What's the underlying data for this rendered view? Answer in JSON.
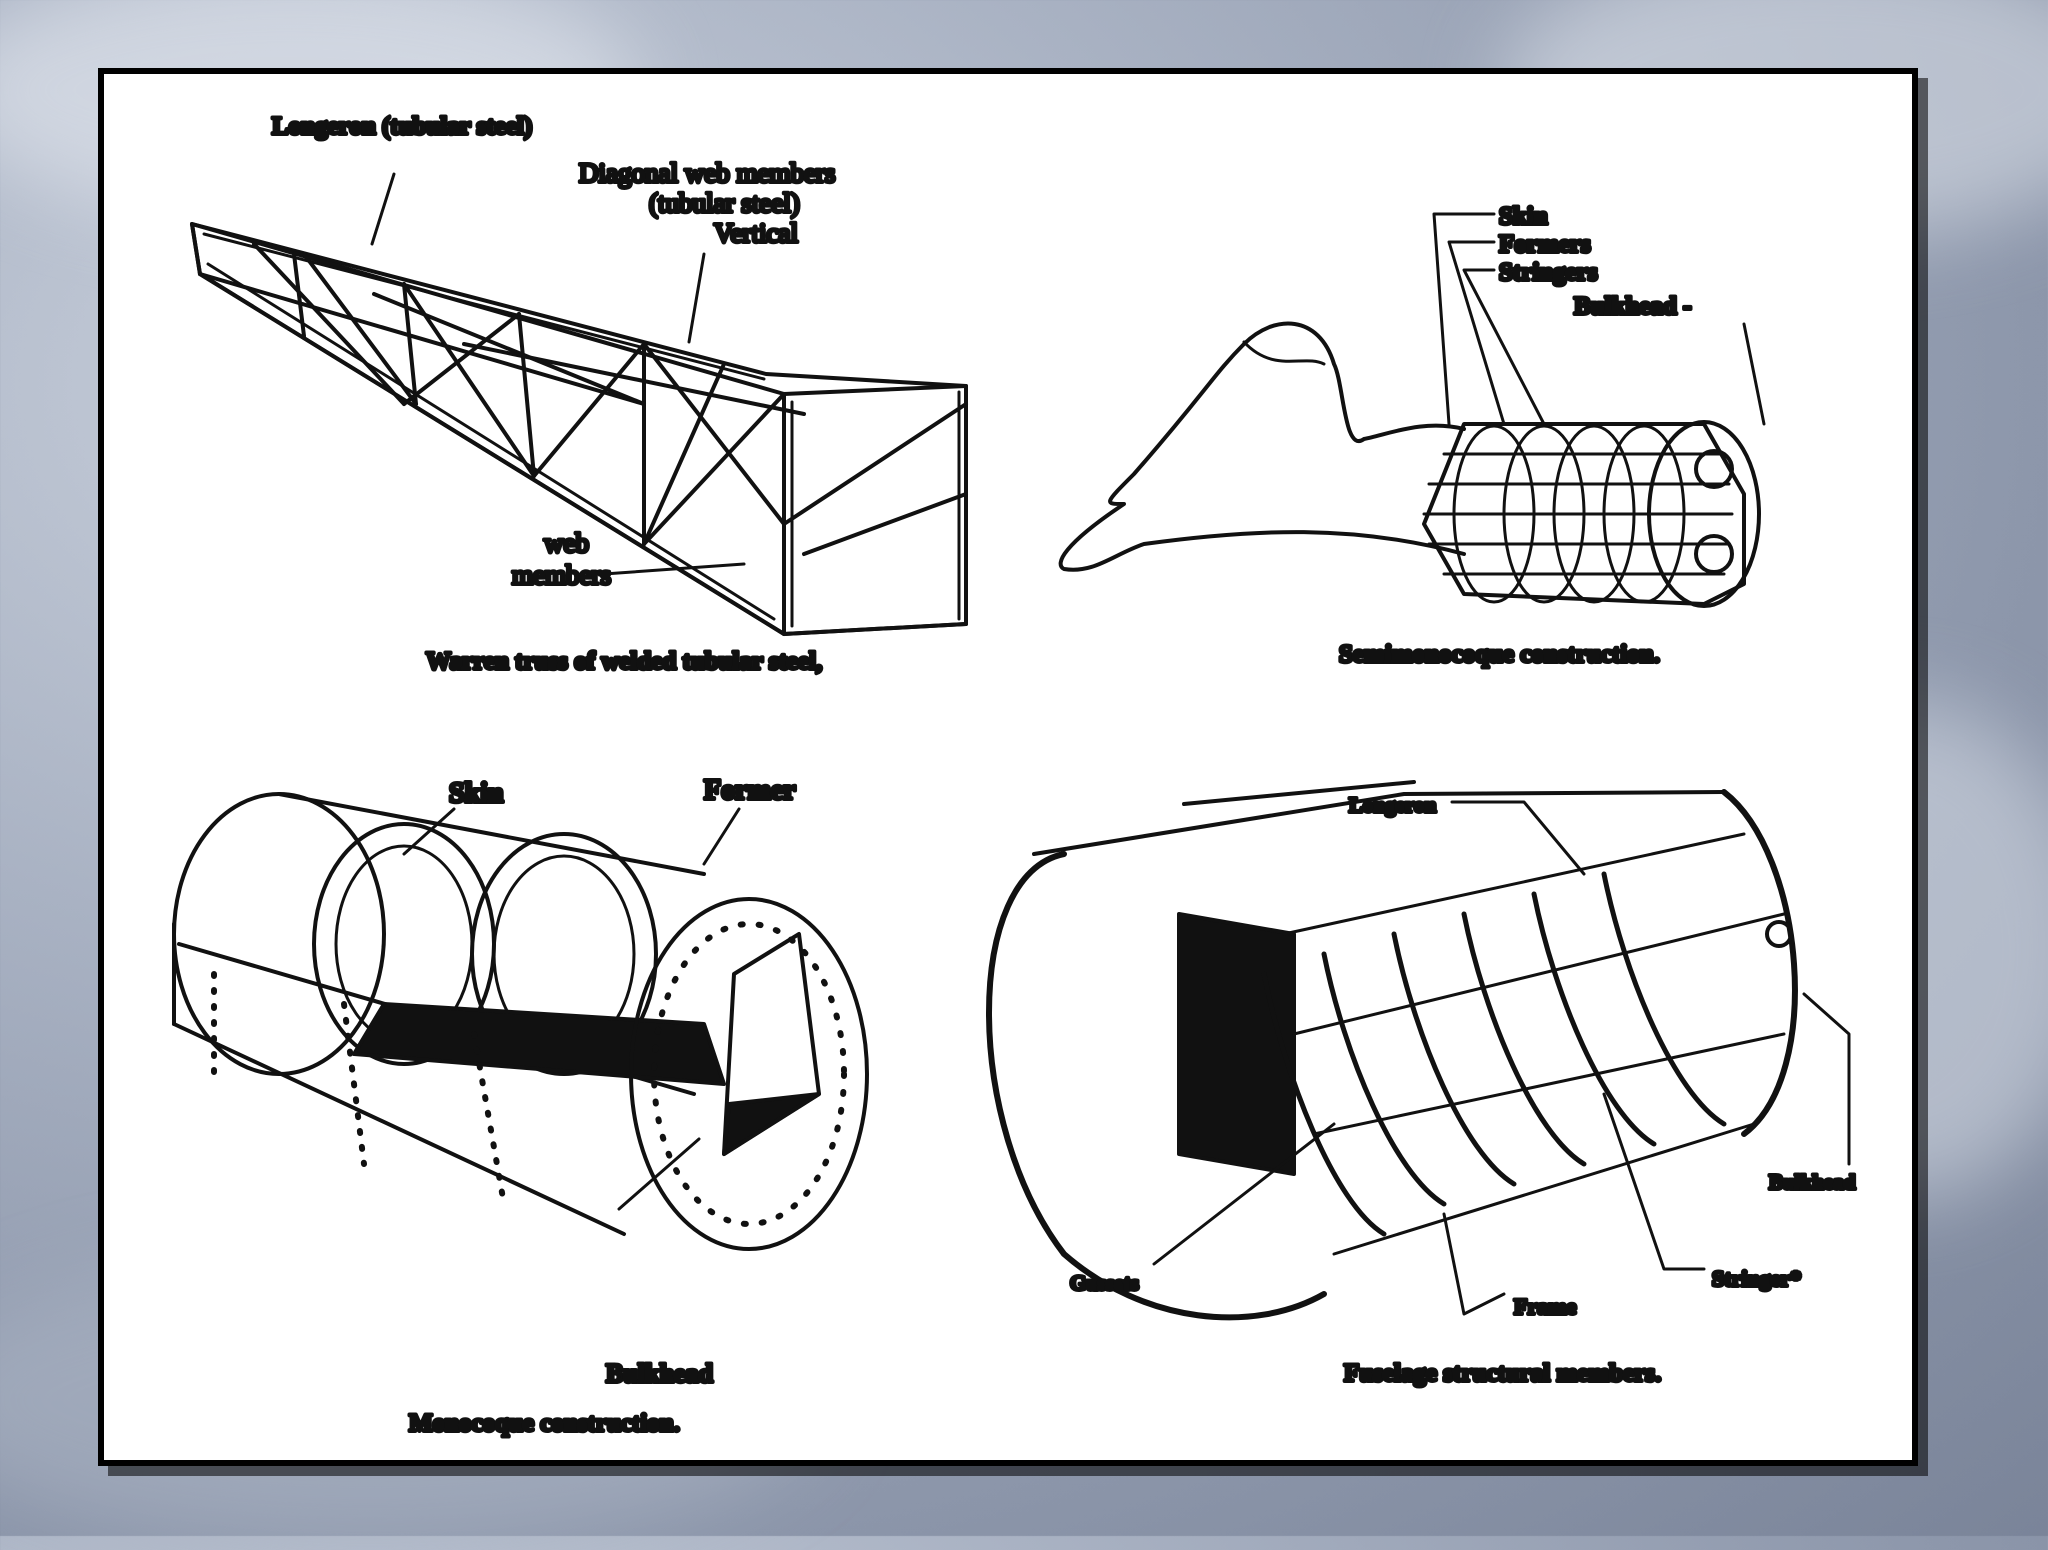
{
  "colors": {
    "background": "#8d97ab",
    "panel": "#ffffff",
    "ink": "#111111"
  },
  "truss": {
    "longeron": "Longeron (tubular steel)",
    "diagonal_line1": "Diagonal web members",
    "diagonal_line2": "(tubular steel)",
    "vertical": "Vertical",
    "web_line1": "web",
    "web_line2": "members",
    "caption": "Warren truss of welded tubular steel,"
  },
  "semimonocoque": {
    "skin": "Skin",
    "formers": "Formers",
    "stringers": "Stringers",
    "bulkhead": "Bulkhead -",
    "caption": "Semimonocoque construction."
  },
  "monocoque": {
    "skin": "Skin",
    "former": "Former",
    "bulkhead": "Bulkhead",
    "caption": "Monocoque construction."
  },
  "fuselage": {
    "longeron": "Longeron",
    "bulkhead": "Bulkhead",
    "gussets": "Gussets",
    "frame": "Frame",
    "stringer": "Stringer*",
    "caption": "Fuselage structural members."
  }
}
